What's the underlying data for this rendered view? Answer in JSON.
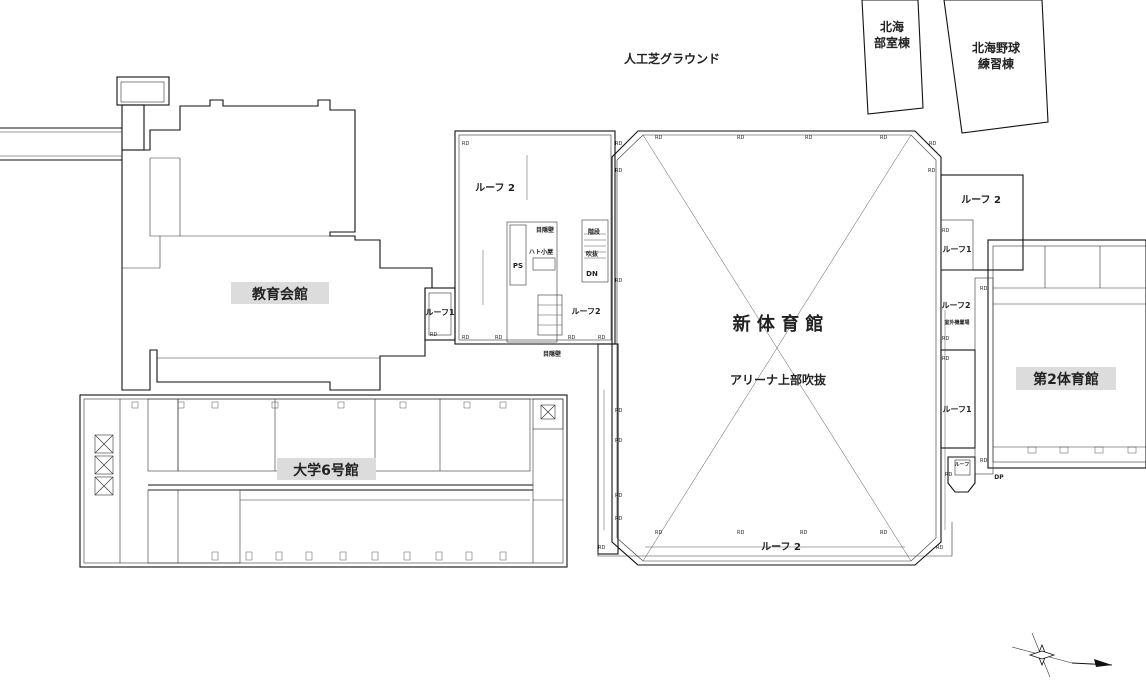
{
  "labels": {
    "artificial_turf": "人工芝グラウンド",
    "hokkai": "北海",
    "club_room": "部室棟",
    "baseball_practice_1": "北海野球",
    "baseball_practice_2": "練習棟",
    "education_hall": "教育会館",
    "univ_bldg_6": "大学6号館",
    "new_gym": "新 体 育 館",
    "arena_void": "アリーナ上部吹抜",
    "second_gym": "第2体育館",
    "roof1": "ルーフ 1",
    "roof2": "ルーフ 2",
    "roof1_compact": "ルーフ1",
    "roof2_compact": "ルーフ2",
    "roof1_short": "ルーフ",
    "screen_wall": "目隠壁",
    "pigeon_hut": "ハト小屋",
    "stair": "階段",
    "void_short": "吹抜",
    "ps": "PS",
    "dn": "DN",
    "outdoor_unit": "室外機置場",
    "rd": "RD",
    "dp": "DP"
  },
  "colors": {
    "tag_background": "#dcdcdc",
    "line": "#111111"
  },
  "icons": {
    "north_arrow": "compass-rose-icon"
  }
}
